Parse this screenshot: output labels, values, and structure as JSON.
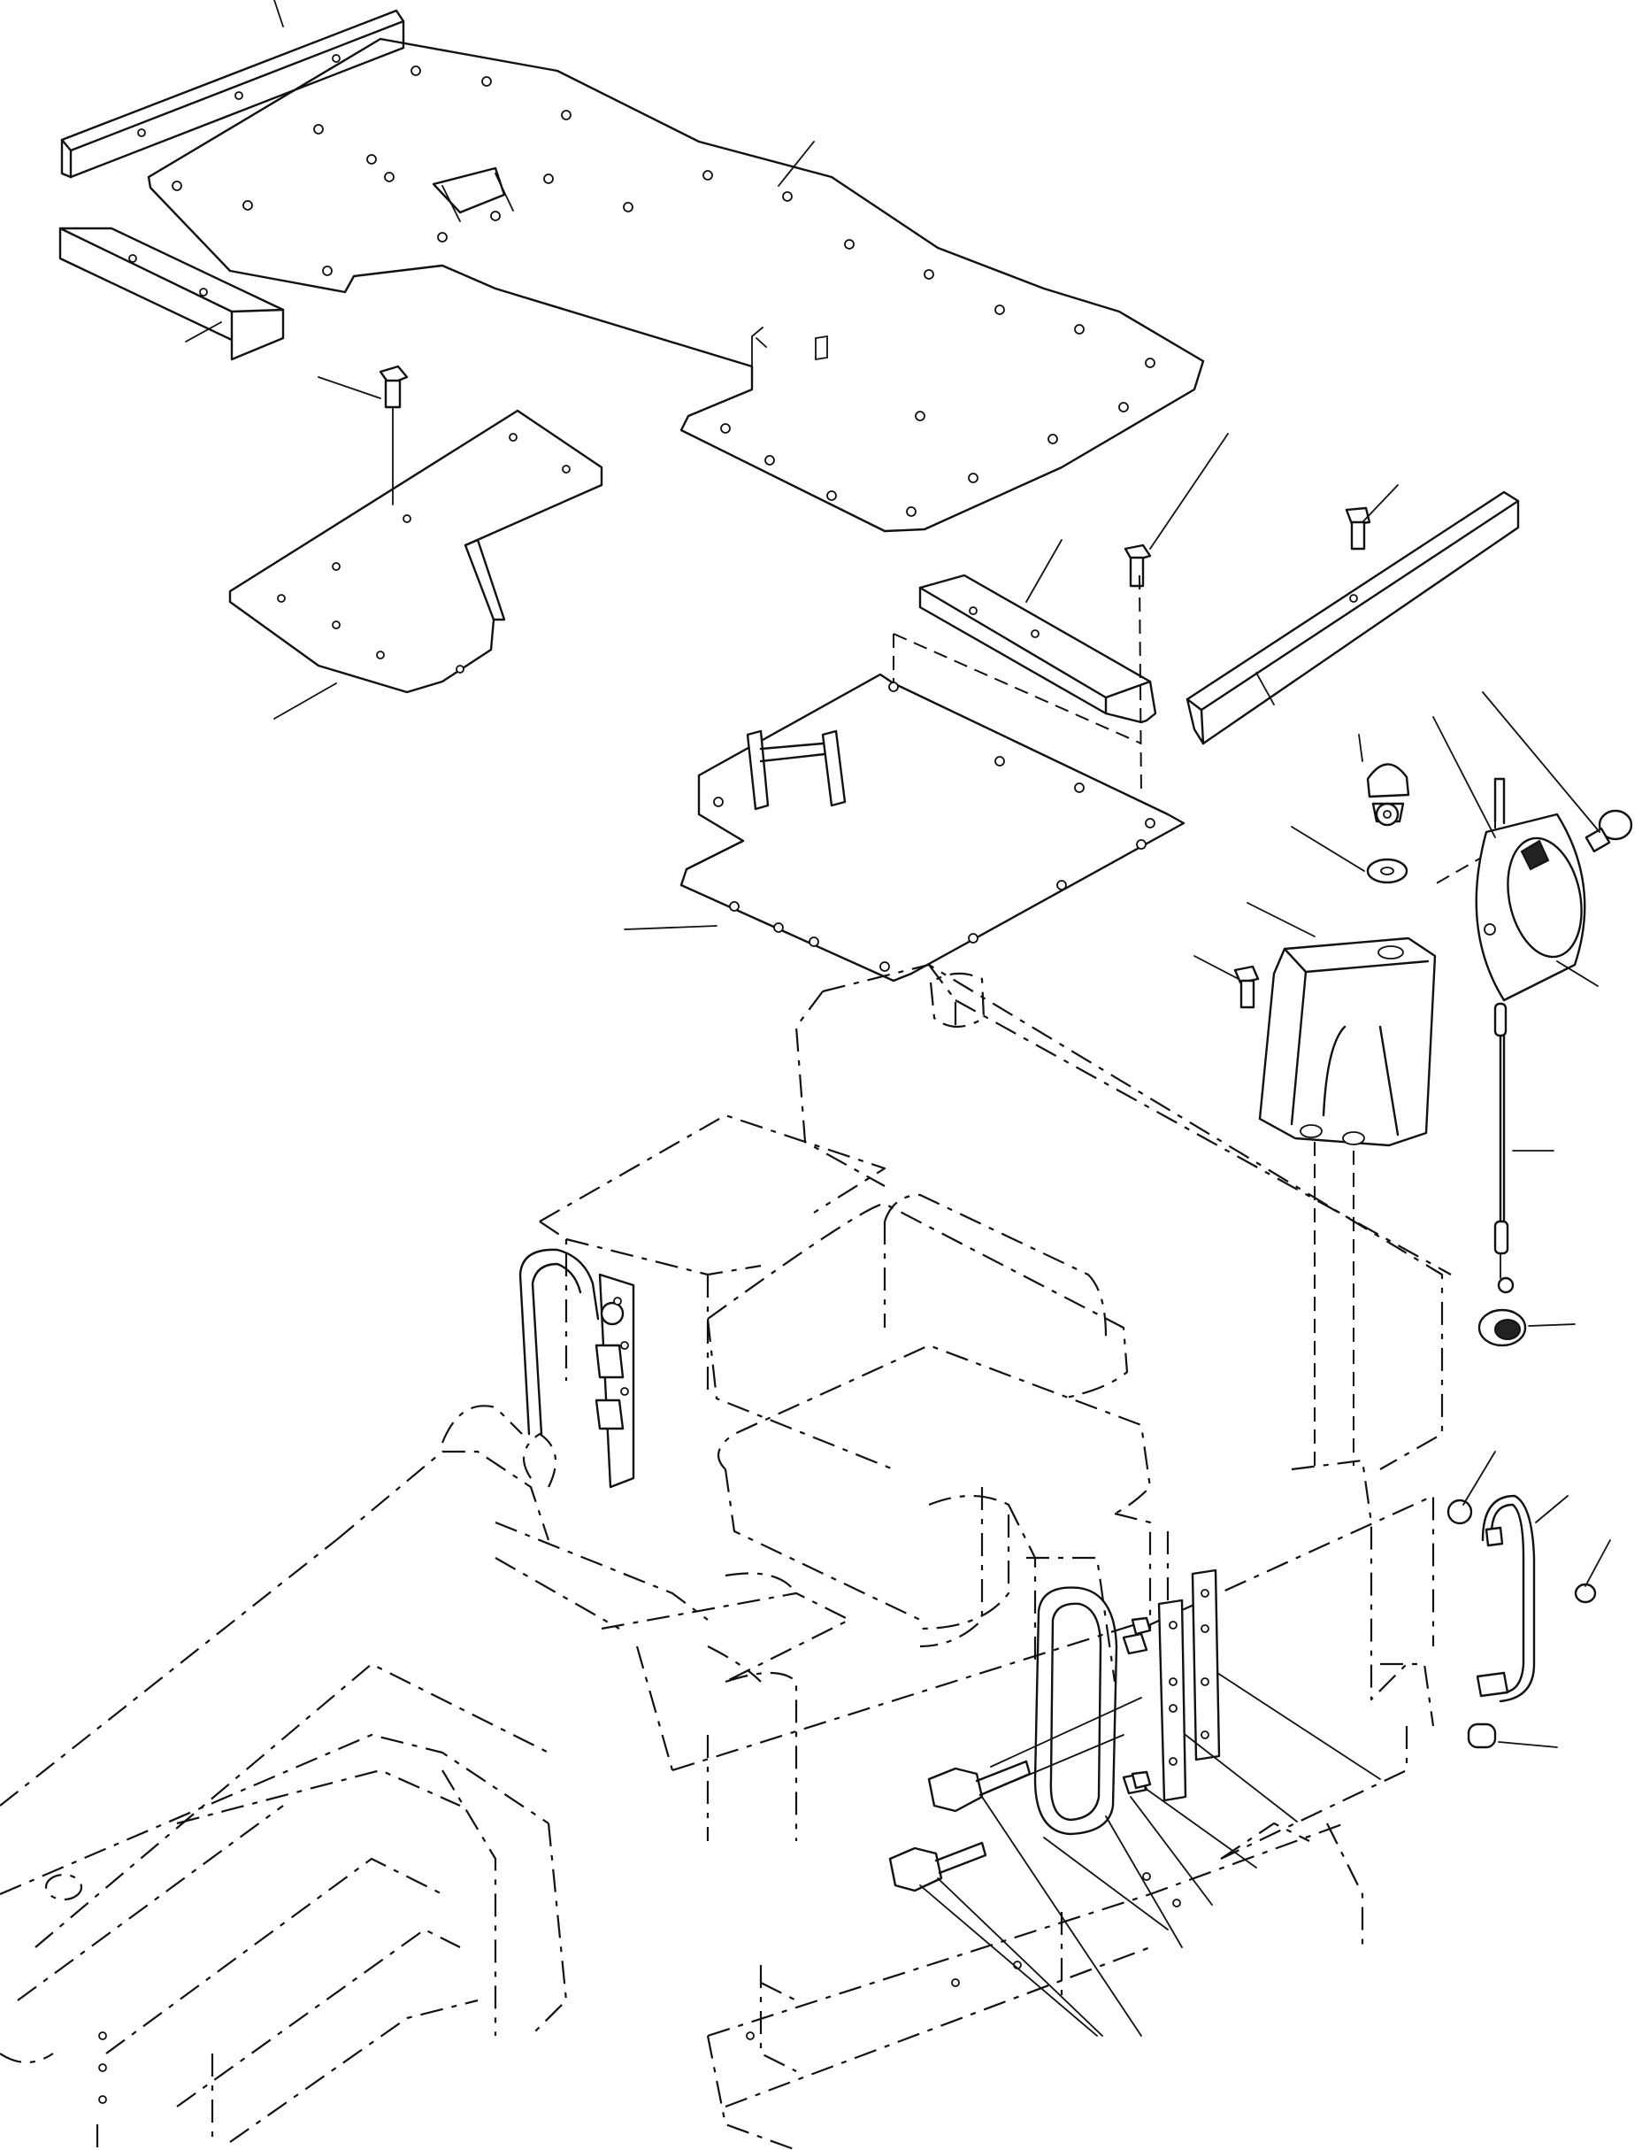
{
  "diagram": {
    "parts": [
      {
        "id": "top-left-angle-rail",
        "icon": "angle-rail-icon"
      },
      {
        "id": "left-angle-rail",
        "icon": "angle-rail-icon"
      },
      {
        "id": "main-floor-plate",
        "icon": "floor-plate-icon"
      },
      {
        "id": "left-floor-plate",
        "icon": "floor-plate-icon"
      },
      {
        "id": "center-floor-plate",
        "icon": "floor-plate-icon"
      },
      {
        "id": "center-rail",
        "icon": "angle-rail-icon"
      },
      {
        "id": "right-rail",
        "icon": "angle-rail-icon"
      },
      {
        "id": "lamp-bracket",
        "icon": "bracket-icon"
      },
      {
        "id": "work-lamp",
        "icon": "lamp-icon"
      },
      {
        "id": "bulb",
        "icon": "bulb-icon"
      },
      {
        "id": "cap-nut",
        "icon": "nut-icon"
      },
      {
        "id": "washer",
        "icon": "washer-icon"
      },
      {
        "id": "wiring-harness",
        "icon": "cable-icon"
      },
      {
        "id": "grommet",
        "icon": "grommet-icon"
      },
      {
        "id": "small-handrail",
        "icon": "handrail-icon"
      },
      {
        "id": "step-handrail",
        "icon": "handrail-icon"
      },
      {
        "id": "mounting-plate",
        "icon": "plate-icon"
      },
      {
        "id": "flange-bolt",
        "icon": "bolt-icon"
      }
    ],
    "leader_count": 27
  }
}
